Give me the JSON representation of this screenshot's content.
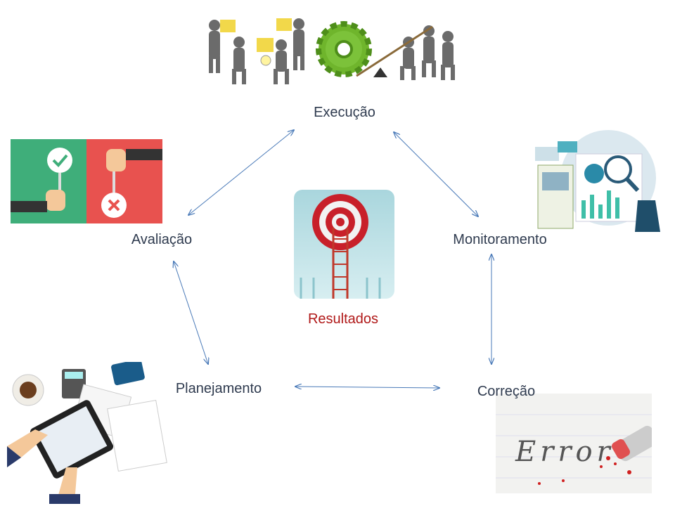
{
  "diagram": {
    "nodes": {
      "execucao": "Execução",
      "avaliacao": "Avaliação",
      "monitoramento": "Monitoramento",
      "planejamento": "Planejamento",
      "correcao": "Correção",
      "resultados": "Resultados"
    },
    "correction_image_text": "Error",
    "colors": {
      "arrow": "#4a7ab8",
      "label": "#2f3b4f",
      "center_label": "#b01818"
    }
  }
}
